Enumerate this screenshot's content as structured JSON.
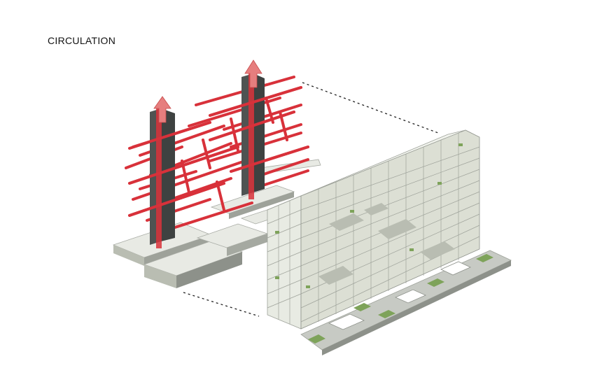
{
  "diagram": {
    "title": "CIRCULATION",
    "colors": {
      "circulation": "#d8313a",
      "arrow": "#e67e7e",
      "core": "#4f5352",
      "mass": "#dcdfd4",
      "mass_side": "#b9bdb2",
      "facade": "#e8ebe3",
      "greenery": "#7ea35a",
      "podium": "#c7cac4",
      "leader": "#222222"
    },
    "elements": {
      "cores": [
        "circulation-core",
        "circulation-core"
      ],
      "exploded_view": "circulation-network",
      "assembled_view": "building-mass"
    }
  }
}
